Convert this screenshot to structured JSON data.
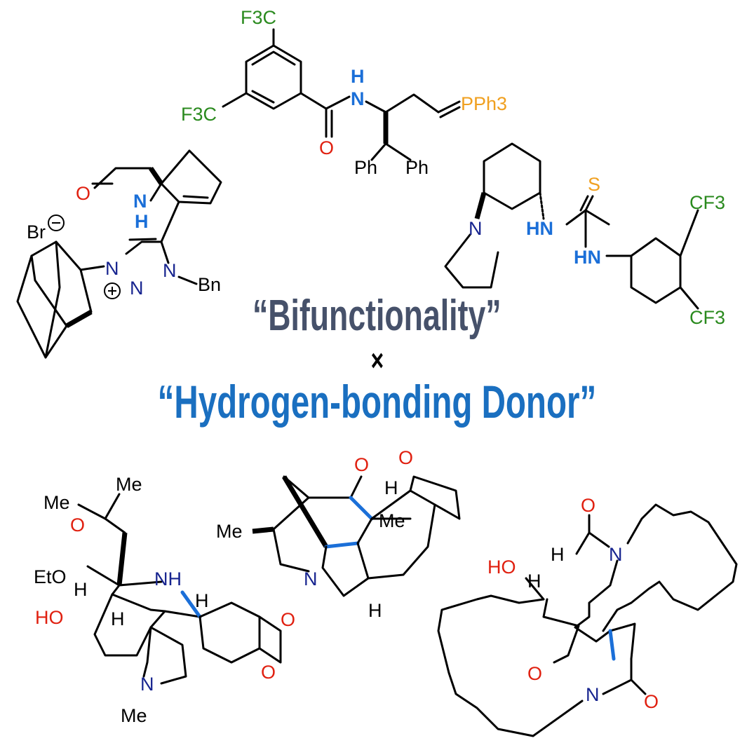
{
  "titles": {
    "line1": "“Bifunctionality”",
    "times": "×",
    "line2": "“Hydrogen-bonding Donor”"
  },
  "molecules": {
    "amide_phosphorane": {
      "cf3_top": "F3C",
      "cf3_left": "F3C",
      "nh_h": "H",
      "nh_n": "N",
      "carbonyl_o": "O",
      "ylide": "PPh3",
      "ph_left": "Ph",
      "ph_right": "Ph"
    },
    "triazolium": {
      "lactam_o": "O",
      "lactam_n": "N",
      "lactam_h": "H",
      "counterion": "Br",
      "n1": "N",
      "n2": "N",
      "n3": "N",
      "benzyl": "Bn"
    },
    "thiourea": {
      "pyrrolidine_n": "N",
      "s": "S",
      "hn1": "HN",
      "hn2": "HN",
      "cf3_top": "CF3",
      "cf3_bottom": "CF3"
    },
    "alkaloid_left": {
      "me1": "Me",
      "me2": "Me",
      "o": "O",
      "eto": "EtO",
      "nh": "NH",
      "h1": "H",
      "h2": "H",
      "ho": "HO",
      "h3": "H",
      "n": "N",
      "nme": "Me",
      "o2": "O",
      "o3": "O"
    },
    "alkaloid_middle": {
      "o1": "O",
      "o2": "O",
      "h1": "H",
      "me1": "Me",
      "me2": "Me",
      "n": "N",
      "h2": "H"
    },
    "macrocycle_right": {
      "o1": "O",
      "h1": "H",
      "n1": "N",
      "ho": "HO",
      "h2": "H",
      "o2": "O",
      "n2": "N",
      "o3": "O"
    }
  }
}
